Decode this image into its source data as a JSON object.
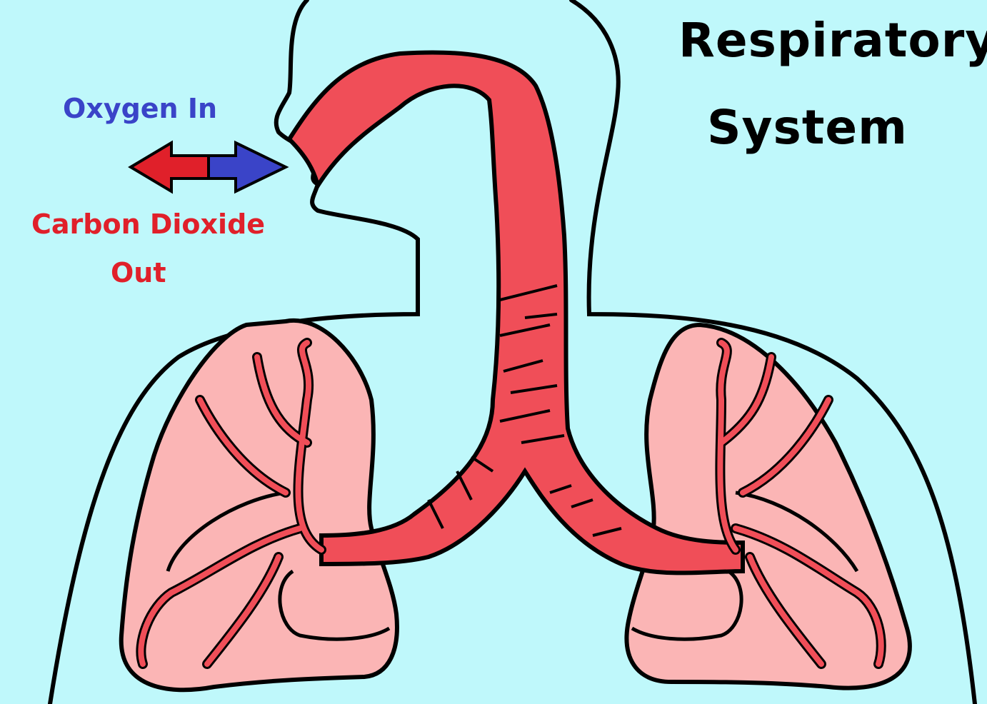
{
  "title": {
    "line1": "Respiratory",
    "line2": "System"
  },
  "labels": {
    "oxygen_in": "Oxygen In",
    "carbon_dioxide_line1": "Carbon Dioxide",
    "carbon_dioxide_line2": "Out"
  },
  "colors": {
    "background": "#bff8fb",
    "lung": "#fbb5b5",
    "airway": "#f04e58",
    "outline": "#000000",
    "oxygen": "#3a44c8",
    "carbon_dioxide": "#e0202a"
  }
}
